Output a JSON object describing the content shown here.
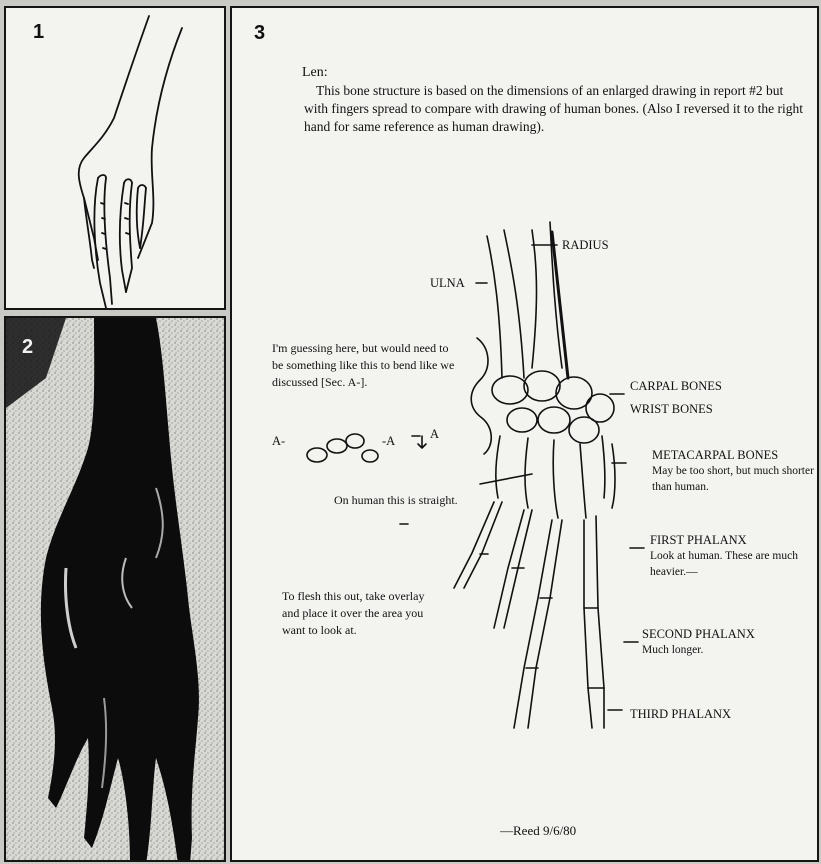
{
  "panels": {
    "panel1": {
      "number": "1"
    },
    "panel2": {
      "number": "2"
    },
    "panel3": {
      "number": "3"
    }
  },
  "letter": {
    "salutation": "Len:",
    "body": "This bone structure is based on the dimensions of an enlarged drawing in report #2 but with fingers spread to compare with drawing of human bones. (Also I reversed it to the right hand for same reference as human drawing).",
    "signature": "—Reed 9/6/80"
  },
  "notes": {
    "guess": "I'm guessing here, but would need to be something like this to bend like we discussed [Sec. A-].",
    "section_a_left": "A-",
    "section_a_right": "-A",
    "section_a_arrow": "A",
    "human_straight": "On human this is straight.",
    "overlay": "To flesh this out, take overlay and place it over the area you want to look at."
  },
  "labels": {
    "radius": "RADIUS",
    "ulna": "ULNA",
    "carpal": "CARPAL BONES",
    "wrist": "WRIST BONES",
    "metacarpal": "METACARPAL BONES",
    "metacarpal_note": "May be too short, but much shorter than human.",
    "first_phalanx": "FIRST PHALANX",
    "first_phalanx_note": "Look at human. These are much heavier.—",
    "second_phalanx": "SECOND PHALANX",
    "second_phalanx_note": "Much longer.",
    "third_phalanx": "THIRD PHALANX"
  }
}
